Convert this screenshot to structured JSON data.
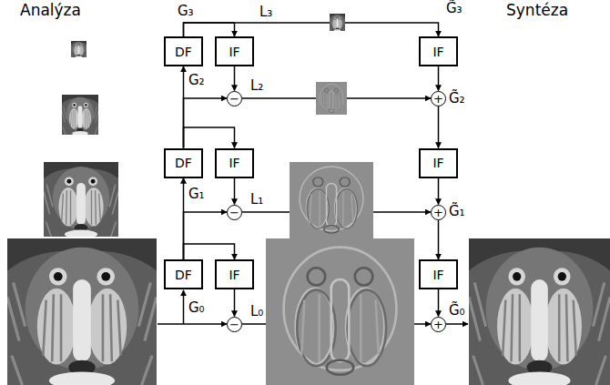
{
  "diagram": {
    "nodes": [
      {
        "text": [
          "DF"
        ]
      },
      {
        "text": [
          "IF"
        ]
      },
      {
        "text": [
          "IF"
        ]
      },
      {
        "text": [
          "−"
        ]
      },
      {
        "text": [
          "+"
        ]
      },
      {
        "text": [
          "DF"
        ]
      },
      {
        "text": [
          "IF"
        ]
      },
      {
        "text": [
          "IF"
        ]
      },
      {
        "text": [
          "−"
        ]
      },
      {
        "text": [
          "+"
        ]
      },
      {
        "text": [
          "DF"
        ]
      },
      {
        "text": [
          "IF"
        ]
      },
      {
        "text": [
          "IF"
        ]
      },
      {
        "text": [
          "−"
        ]
      },
      {
        "text": [
          "+"
        ]
      }
    ],
    "edges": [
      {
        "from": 0,
        "to": 1,
        "arrow": "to"
      },
      {
        "from": 0,
        "to": 2,
        "arrow": "to"
      },
      {
        "from": 1,
        "to": 3,
        "arrow": "to"
      },
      {
        "from": 5,
        "to": 0,
        "arrow": "to"
      },
      {
        "from": 5,
        "to": 6,
        "arrow": "to"
      },
      {
        "from": 5,
        "to": 3,
        "arrow": "to"
      },
      {
        "from": 3,
        "to": 4,
        "arrow": "to"
      },
      {
        "from": 2,
        "to": 4,
        "arrow": "to"
      },
      {
        "from": 4,
        "to": 7,
        "arrow": "to"
      },
      {
        "from": 6,
        "to": 8,
        "arrow": "to"
      },
      {
        "from": 10,
        "to": 5,
        "arrow": "to"
      },
      {
        "from": 10,
        "to": 11,
        "arrow": "to"
      },
      {
        "from": 10,
        "to": 8,
        "arrow": "to"
      },
      {
        "from": 8,
        "to": 9,
        "arrow": "to"
      },
      {
        "from": 7,
        "to": 9,
        "arrow": "to"
      },
      {
        "from": 9,
        "to": 12,
        "arrow": "to"
      },
      {
        "from": 11,
        "to": 13,
        "arrow": "to"
      },
      {
        "from": 13,
        "to": 14,
        "arrow": "to"
      },
      {
        "from": 12,
        "to": 14,
        "arrow": "to"
      }
    ],
    "labels": [
      "Analýza",
      "Syntéza",
      "G₃",
      "L₃",
      "G̃₃",
      "G₂",
      "L₂",
      "G̃₂",
      "G₁",
      "L₁",
      "G̃₁",
      "G₀",
      "L₀",
      "G̃₀"
    ]
  }
}
